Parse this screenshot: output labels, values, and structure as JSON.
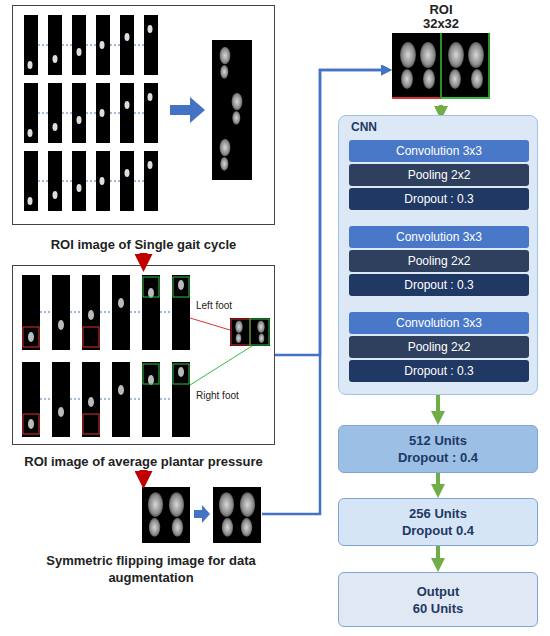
{
  "diagram": {
    "nodes": [
      {
        "text": [
          "ROI image of Single gait cycle"
        ]
      },
      {
        "text": [
          "ROI image of average plantar pressure"
        ]
      },
      {
        "text": [
          "Symmetric flipping image for data augmentation"
        ]
      },
      {
        "text": [
          "ROI",
          "32x32"
        ]
      },
      {
        "text": [
          "CNN"
        ]
      },
      {
        "text": [
          "Convolution 3x3"
        ],
        "in": 4
      },
      {
        "text": [
          "Pooling 2x2"
        ],
        "in": 4
      },
      {
        "text": [
          "Dropout : 0.3"
        ],
        "in": 4
      },
      {
        "text": [
          "Convolution 3x3"
        ],
        "in": 4
      },
      {
        "text": [
          "Pooling 2x2"
        ],
        "in": 4
      },
      {
        "text": [
          "Dropout : 0.3"
        ],
        "in": 4
      },
      {
        "text": [
          "Convolution 3x3"
        ],
        "in": 4
      },
      {
        "text": [
          "Pooling 2x2"
        ],
        "in": 4
      },
      {
        "text": [
          "Dropout : 0.3"
        ],
        "in": 4
      },
      {
        "text": [
          "512 Units",
          "Dropout : 0.4"
        ]
      },
      {
        "text": [
          "256 Units",
          "Dropout 0.4"
        ]
      },
      {
        "text": [
          "Output",
          "60 Units"
        ]
      }
    ],
    "edges": [
      {
        "from": 0,
        "to": 1,
        "arrow": "to"
      },
      {
        "from": 1,
        "to": 2,
        "arrow": "to"
      },
      {
        "from": 1,
        "to": 3,
        "arrow": "to"
      },
      {
        "from": 2,
        "to": 3,
        "arrow": "to"
      },
      {
        "from": 3,
        "to": 4,
        "arrow": "to"
      },
      {
        "from": 4,
        "to": 14,
        "arrow": "to"
      },
      {
        "from": 14,
        "to": 15,
        "arrow": "to"
      },
      {
        "from": 15,
        "to": 16,
        "arrow": "to"
      }
    ],
    "labels": [
      "Left foot",
      "Right foot"
    ]
  }
}
